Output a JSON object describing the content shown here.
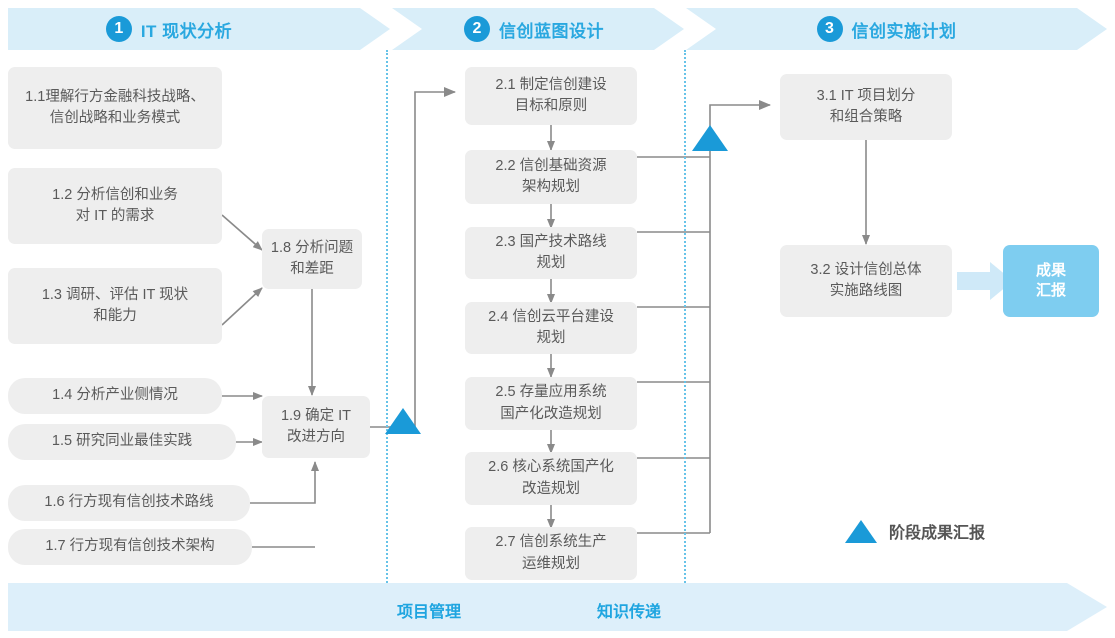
{
  "header": {
    "phases": [
      {
        "num": "1",
        "label": "IT 现状分析"
      },
      {
        "num": "2",
        "label": "信创蓝图设计"
      },
      {
        "num": "3",
        "label": "信创实施计划"
      }
    ]
  },
  "phase1": {
    "boxes": [
      {
        "id": "1.1",
        "text": "1.1理解行方金融科技战略、\n信创战略和业务模式"
      },
      {
        "id": "1.2",
        "text": "1.2 分析信创和业务\n对 IT 的需求"
      },
      {
        "id": "1.3",
        "text": "1.3 调研、评估 IT 现状\n和能力"
      },
      {
        "id": "1.4",
        "text": "1.4 分析产业侧情况"
      },
      {
        "id": "1.5",
        "text": "1.5 研究同业最佳实践"
      },
      {
        "id": "1.6",
        "text": "1.6 行方现有信创技术路线"
      },
      {
        "id": "1.7",
        "text": "1.7 行方现有信创技术架构"
      },
      {
        "id": "1.8",
        "text": "1.8 分析问题\n和差距"
      },
      {
        "id": "1.9",
        "text": "1.9 确定 IT\n改进方向"
      }
    ]
  },
  "phase2": {
    "boxes": [
      {
        "id": "2.1",
        "text": "2.1 制定信创建设\n目标和原则"
      },
      {
        "id": "2.2",
        "text": "2.2 信创基础资源\n架构规划"
      },
      {
        "id": "2.3",
        "text": "2.3 国产技术路线\n规划"
      },
      {
        "id": "2.4",
        "text": "2.4 信创云平台建设\n规划"
      },
      {
        "id": "2.5",
        "text": "2.5 存量应用系统\n国产化改造规划"
      },
      {
        "id": "2.6",
        "text": "2.6 核心系统国产化\n改造规划"
      },
      {
        "id": "2.7",
        "text": "2.7 信创系统生产\n运维规划"
      }
    ]
  },
  "phase3": {
    "boxes": [
      {
        "id": "3.1",
        "text": "3.1 IT 项目划分\n和组合策略"
      },
      {
        "id": "3.2",
        "text": "3.2 设计信创总体\n实施路线图"
      }
    ],
    "result_badge": "成果\n汇报"
  },
  "legend": {
    "label": "阶段成果汇报"
  },
  "footer": {
    "labels": [
      "项目管理",
      "知识传递"
    ]
  },
  "colors": {
    "accent_blue": "#1a9ad8",
    "phase_band": "#d9eef9",
    "box_grey": "#eeeeee",
    "badge_blue": "#7ecdf0",
    "text_grey": "#5a5a5a",
    "divider_blue": "#67c3e8"
  }
}
